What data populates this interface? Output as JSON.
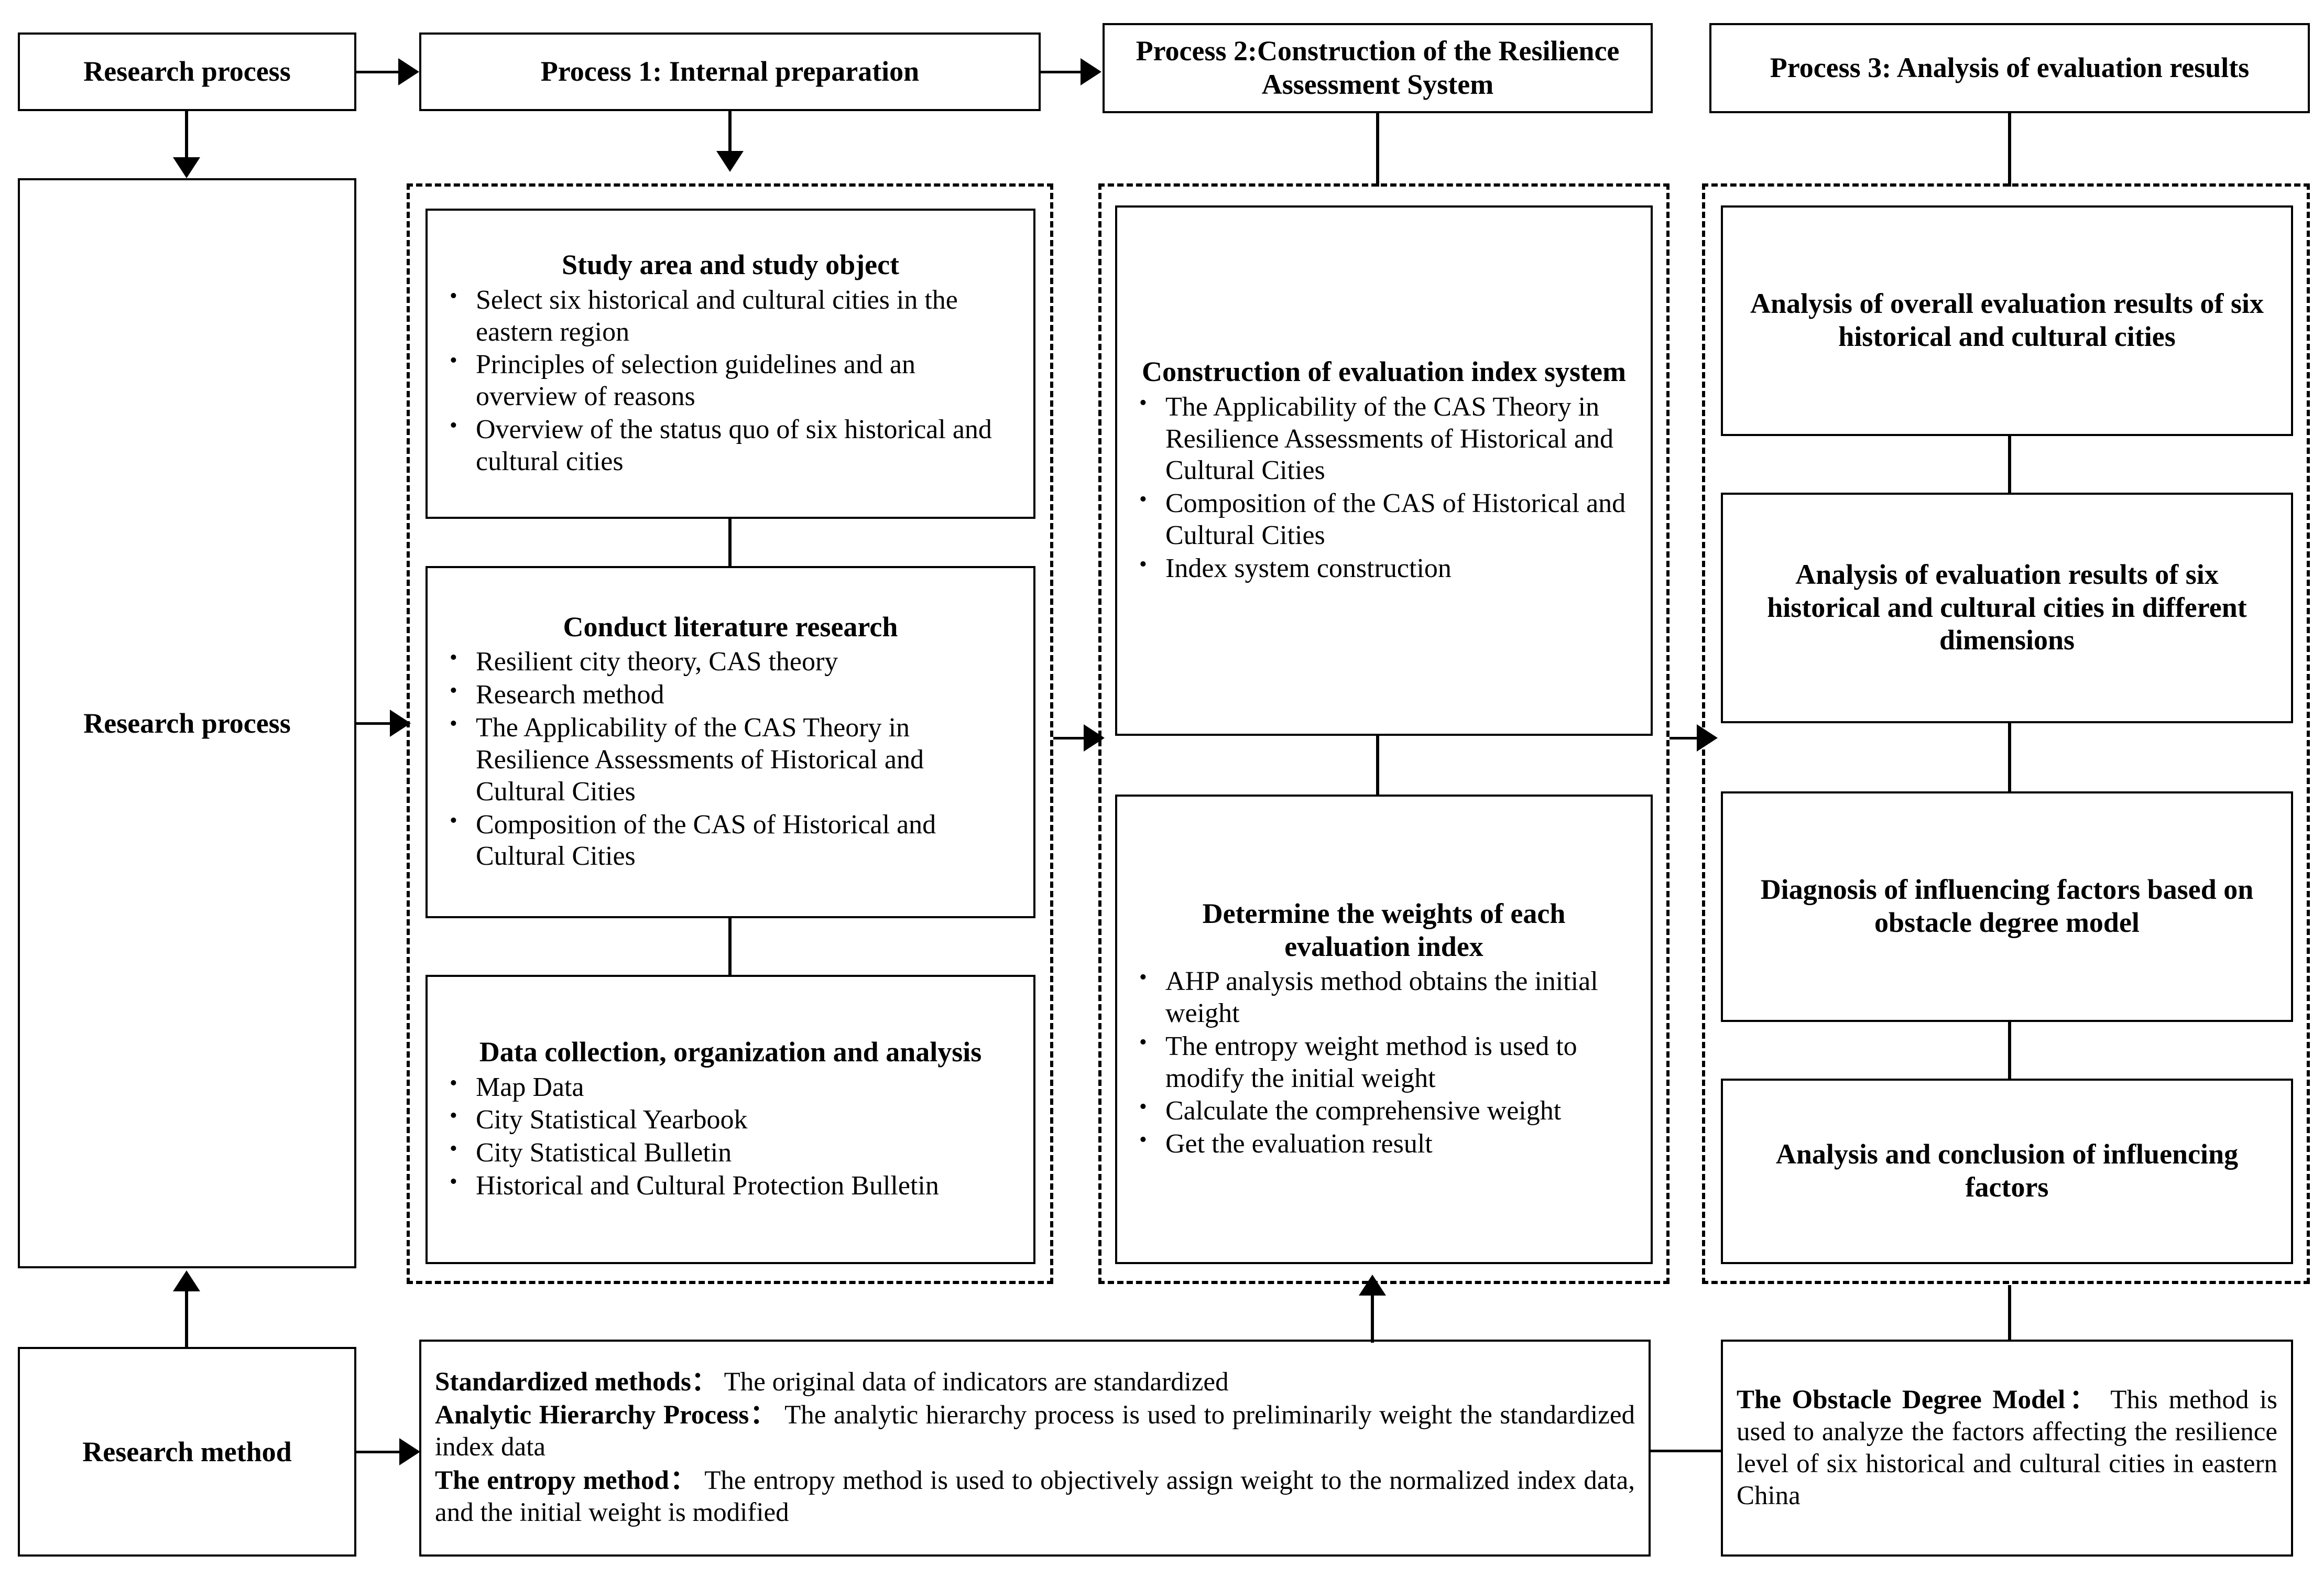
{
  "headers": {
    "research_process": "Research process",
    "process1": "Process 1: Internal preparation",
    "process2": "Process 2:Construction of the Resilience Assessment System",
    "process3": "Process 3: Analysis of evaluation results"
  },
  "left_column": {
    "research_process_label": "Research process",
    "research_method_label": "Research method"
  },
  "process1_cards": [
    {
      "title": "Study area and study object",
      "bullets": [
        "Select six historical and cultural cities in the eastern region",
        "Principles of selection guidelines and an overview of reasons",
        "Overview of the status quo of six historical and cultural cities"
      ]
    },
    {
      "title": "Conduct literature research",
      "bullets": [
        "Resilient city theory, CAS theory",
        "Research method",
        "The Applicability of the CAS Theory in Resilience Assessments of Historical and Cultural Cities",
        "Composition of the CAS of Historical and Cultural Cities"
      ]
    },
    {
      "title": "Data collection, organization and analysis",
      "bullets": [
        "Map Data",
        "City Statistical Yearbook",
        "City Statistical Bulletin",
        "Historical and Cultural Protection Bulletin"
      ]
    }
  ],
  "process2_cards": [
    {
      "title": "Construction of evaluation index system",
      "bullets": [
        "The Applicability of the CAS Theory in Resilience Assessments of Historical and Cultural Cities",
        "Composition of the CAS of Historical and Cultural Cities",
        "Index system construction"
      ]
    },
    {
      "title": "Determine the weights of each evaluation index",
      "bullets": [
        "AHP analysis method obtains the initial weight",
        "The entropy weight method is used to modify the initial weight",
        "Calculate the comprehensive weight",
        "Get the evaluation result"
      ]
    }
  ],
  "process3_cards": [
    {
      "title": "Analysis of overall evaluation results of six historical and cultural cities"
    },
    {
      "title": "Analysis of evaluation results of six historical and cultural cities in different dimensions"
    },
    {
      "title": "Diagnosis of influencing factors based on obstacle degree model"
    },
    {
      "title": "Analysis and conclusion of influencing factors"
    }
  ],
  "methods_box": {
    "line1_label": "Standardized methods：",
    "line1_text": " The original data of indicators are standardized",
    "line2_label": "Analytic Hierarchy Process：",
    "line2_text": " The analytic hierarchy process is used to preliminarily weight the standardized index data",
    "line3_label": "The entropy method：",
    "line3_text": " The entropy method is used to objectively assign weight to the normalized index data, and the initial weight is modified"
  },
  "obstacle_box": {
    "label": "The Obstacle Degree Model：",
    "text": " This method is used to analyze the factors affecting the resilience level of six historical and cultural cities in eastern China"
  }
}
